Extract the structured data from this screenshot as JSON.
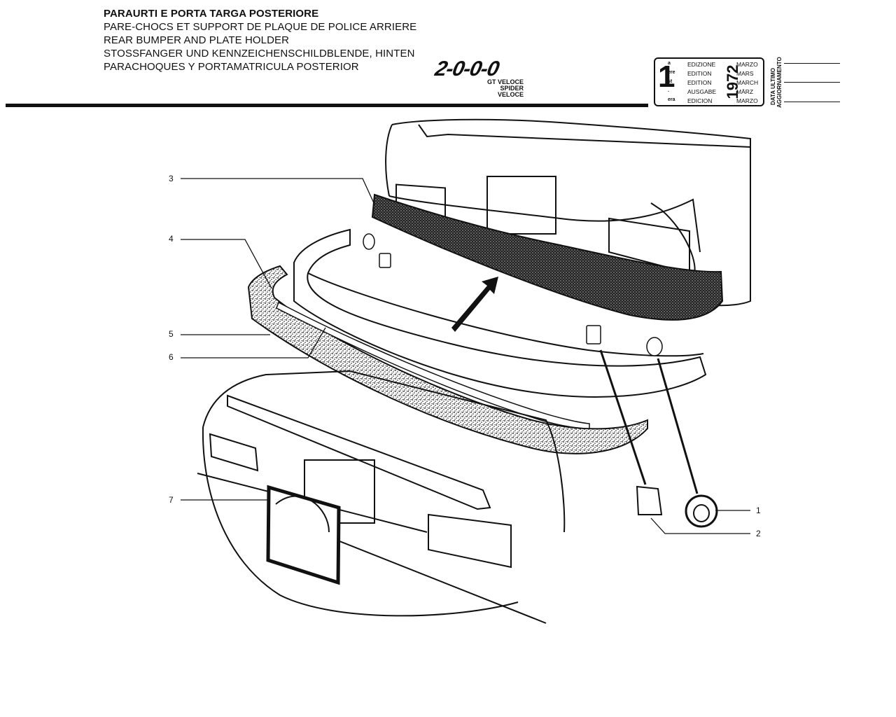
{
  "titles": [
    "PARAURTI E PORTA TARGA POSTERIORE",
    "PARE-CHOCS ET SUPPORT DE PLAQUE DE POLICE ARRIERE",
    "REAR BUMPER AND PLATE HOLDER",
    "STOSSFANGER UND KENNZEICHENSCHILDBLENDE, HINTEN",
    "PARACHOQUES Y PORTAMATRICULA POSTERIOR"
  ],
  "logo": {
    "word": "2-0-0-0",
    "line1": "GT VELOCE",
    "line2": "SPIDER VELOCE"
  },
  "edition": {
    "number": "1",
    "suffixes": [
      "a",
      "ere",
      "st",
      ".",
      "era"
    ],
    "labels": [
      "EDIZIONE",
      "EDITION",
      "EDITION",
      "AUSGABE",
      "EDICION"
    ],
    "year": "1972",
    "months": [
      "MARZO",
      "MARS",
      "MARCH",
      "MÄRZ",
      "MARZO"
    ]
  },
  "update": {
    "line1": "DATA ULTIMO",
    "line2": "AGGIORNAMENTO"
  },
  "callouts": [
    "1",
    "2",
    "3",
    "4",
    "5",
    "6",
    "7"
  ]
}
